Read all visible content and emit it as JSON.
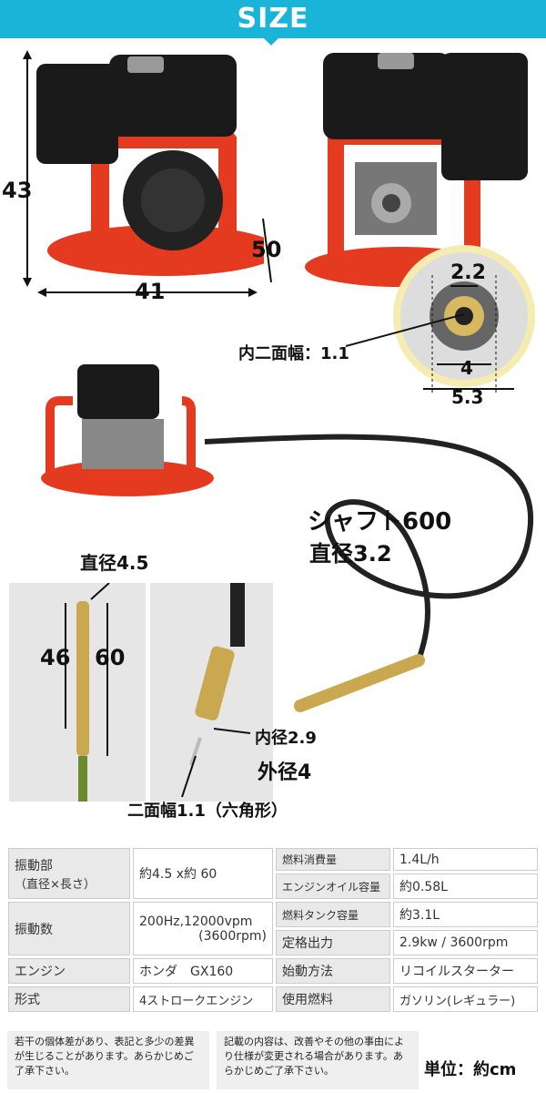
{
  "header": {
    "title": "SIZE"
  },
  "dimensions": {
    "height": "43",
    "width": "41",
    "base_height": "50",
    "inner_width_label": "内二面幅：1.1",
    "shaft_inner": "2.2",
    "shaft_mid": "4",
    "shaft_outer": "5.3",
    "shaft_length": "シャフト600",
    "shaft_diameter": "直径3.2",
    "head_diameter": "直径4.5",
    "head_len_a": "46",
    "head_len_b": "60",
    "inner_diameter": "内径2.9",
    "outer_diameter": "外径4",
    "hex_width": "二面幅1.1（六角形）"
  },
  "specs_left": [
    {
      "label": "振動部",
      "sublabel": "（直径×長さ）",
      "value": "約4.5 x約 60"
    },
    {
      "label": "振動数",
      "sublabel": "",
      "value": "200Hz,12000vpm",
      "value2": "(3600rpm)"
    },
    {
      "label": "エンジン",
      "sublabel": "",
      "value": "ホンダ　GX160"
    },
    {
      "label": "形式",
      "sublabel": "",
      "value": "4ストロークエンジン"
    }
  ],
  "specs_right": [
    {
      "label": "燃料消費量",
      "value": "1.4L/h"
    },
    {
      "label": "エンジンオイル容量",
      "value": "約0.58L"
    },
    {
      "label": "燃料タンク容量",
      "value": "約3.1L"
    },
    {
      "label": "定格出力",
      "value": "2.9kw / 3600rpm"
    },
    {
      "label": "始動方法",
      "value": "リコイルスターター"
    },
    {
      "label": "使用燃料",
      "value": "ガソリン(レギュラー)"
    }
  ],
  "notes": {
    "note1": "若干の個体差があり、表記と多少の差異が生じることがあります。あらかじめご了承下さい。",
    "note2": "記載の内容は、改善やその他の事由により仕様が変更される場合があります。あらかじめご了承下さい。",
    "unit": "単位：約cm"
  },
  "colors": {
    "header": "#19b4d8",
    "frame_red": "#e43a1f",
    "engine_black": "#1a1a1a"
  }
}
